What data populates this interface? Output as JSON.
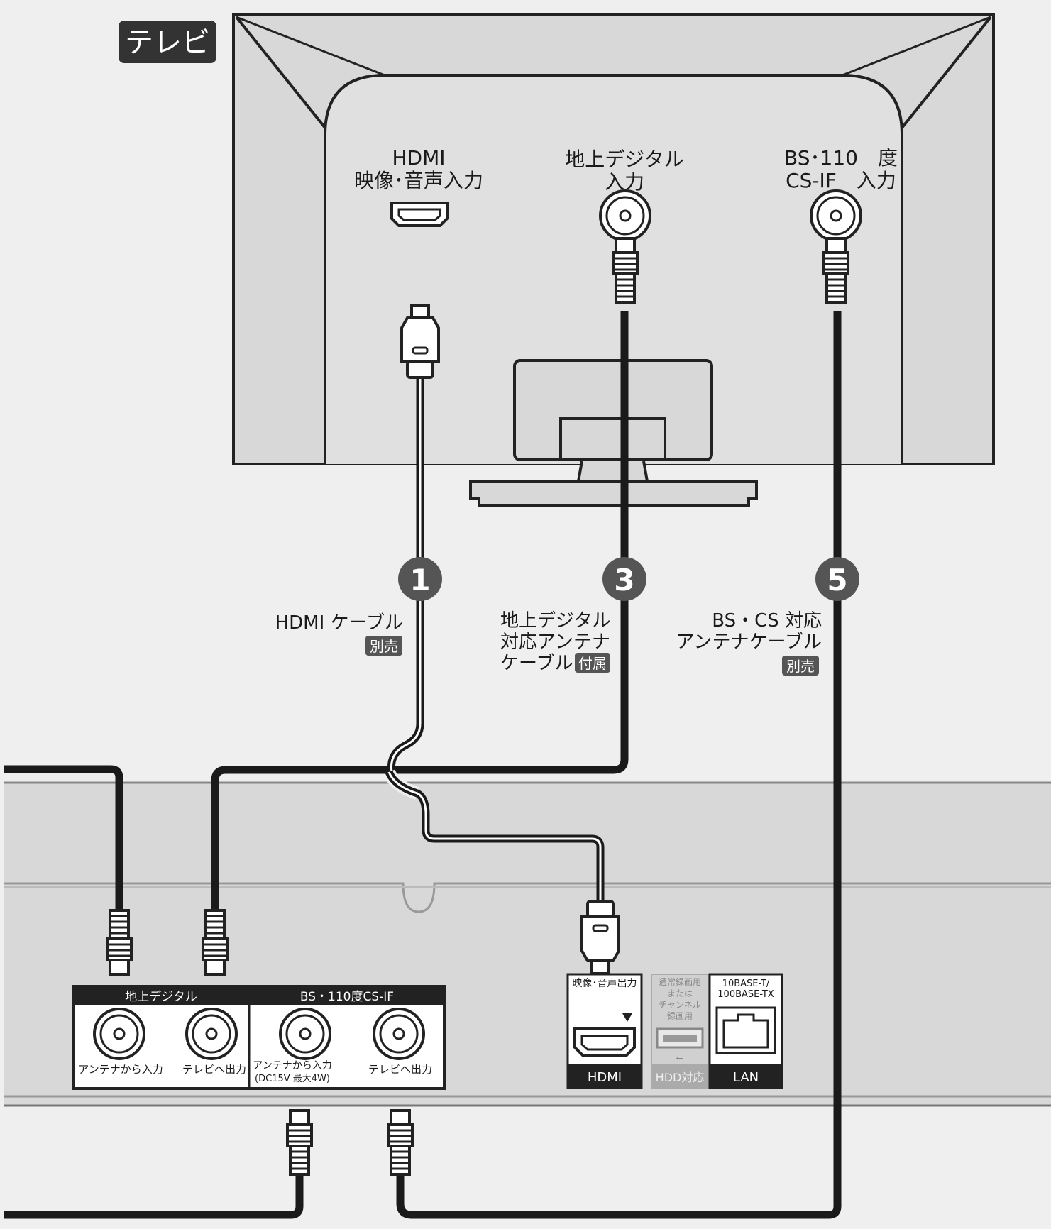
{
  "tv_badge": "テレビ",
  "tv_ports": {
    "hdmi_line1": "HDMI",
    "hdmi_line2": "映像･音声入力",
    "terr_line1": "地上デジタル",
    "terr_line2": "入力",
    "bs_line1": "BS･110　度",
    "bs_line2": "CS-IF　入力"
  },
  "steps": {
    "one": "1",
    "three": "3",
    "five": "5"
  },
  "cables": {
    "hdmi_label": "HDMI ケーブル",
    "hdmi_tag": "別売",
    "terr_line1": "地上デジタル",
    "terr_line2": "対応アンテナ",
    "terr_line3": "ケーブル",
    "terr_tag": "付属",
    "bs_line1": "BS・CS 対応",
    "bs_line2": "アンテナケーブル",
    "bs_tag": "別売"
  },
  "recorder": {
    "terr_header": "地上デジタル",
    "bs_header": "BS・110度CS-IF",
    "antenna_in": "アンテナから入力",
    "tv_out": "テレビへ出力",
    "bs_antenna_in": "アンテナから入力",
    "bs_power": "(DC15V 最大4W)",
    "bs_tv_out": "テレビへ出力",
    "av_out": "映像･音声出力",
    "hdmi": "HDMI",
    "usb_line1": "通常録画用",
    "usb_line2": "または",
    "usb_line3": "チャンネル",
    "usb_line4": "録画用",
    "hdd": "HDD対応",
    "lan_line1": "10BASE-T/",
    "lan_line2": "100BASE-TX",
    "lan": "LAN"
  },
  "colors": {
    "badge": "#333333",
    "cable": "#1a1a1a",
    "panel": "#d8d8d8",
    "background": "#efefef"
  }
}
